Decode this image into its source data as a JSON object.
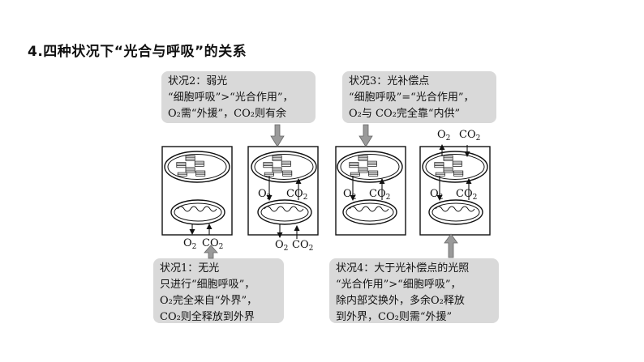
{
  "title": "4.四种状况下“光合与呼吸”的关系",
  "gases": {
    "o2": "O",
    "co2": "CO",
    "sub": "2"
  },
  "situations": {
    "s1": {
      "lines": [
        "状况1：无光",
        "只进行“细胞呼吸”，",
        "O₂完全来自“外界”，",
        "CO₂则全释放到外界"
      ]
    },
    "s2": {
      "lines": [
        "状况2：弱光",
        "“细胞呼吸”>“光合作用”，",
        "O₂需“外援”，CO₂则有余"
      ]
    },
    "s3": {
      "lines": [
        "状况3：光补偿点",
        "“细胞呼吸”=“光合作用”，",
        "O₂与 CO₂完全靠“内供”"
      ]
    },
    "s4": {
      "lines": [
        "状况4：大于光补偿点的光照",
        "“光合作用”>“细胞呼吸”，",
        "除内部交换外，多余O₂释放",
        "到外界，CO₂则需“外援”"
      ]
    }
  }
}
